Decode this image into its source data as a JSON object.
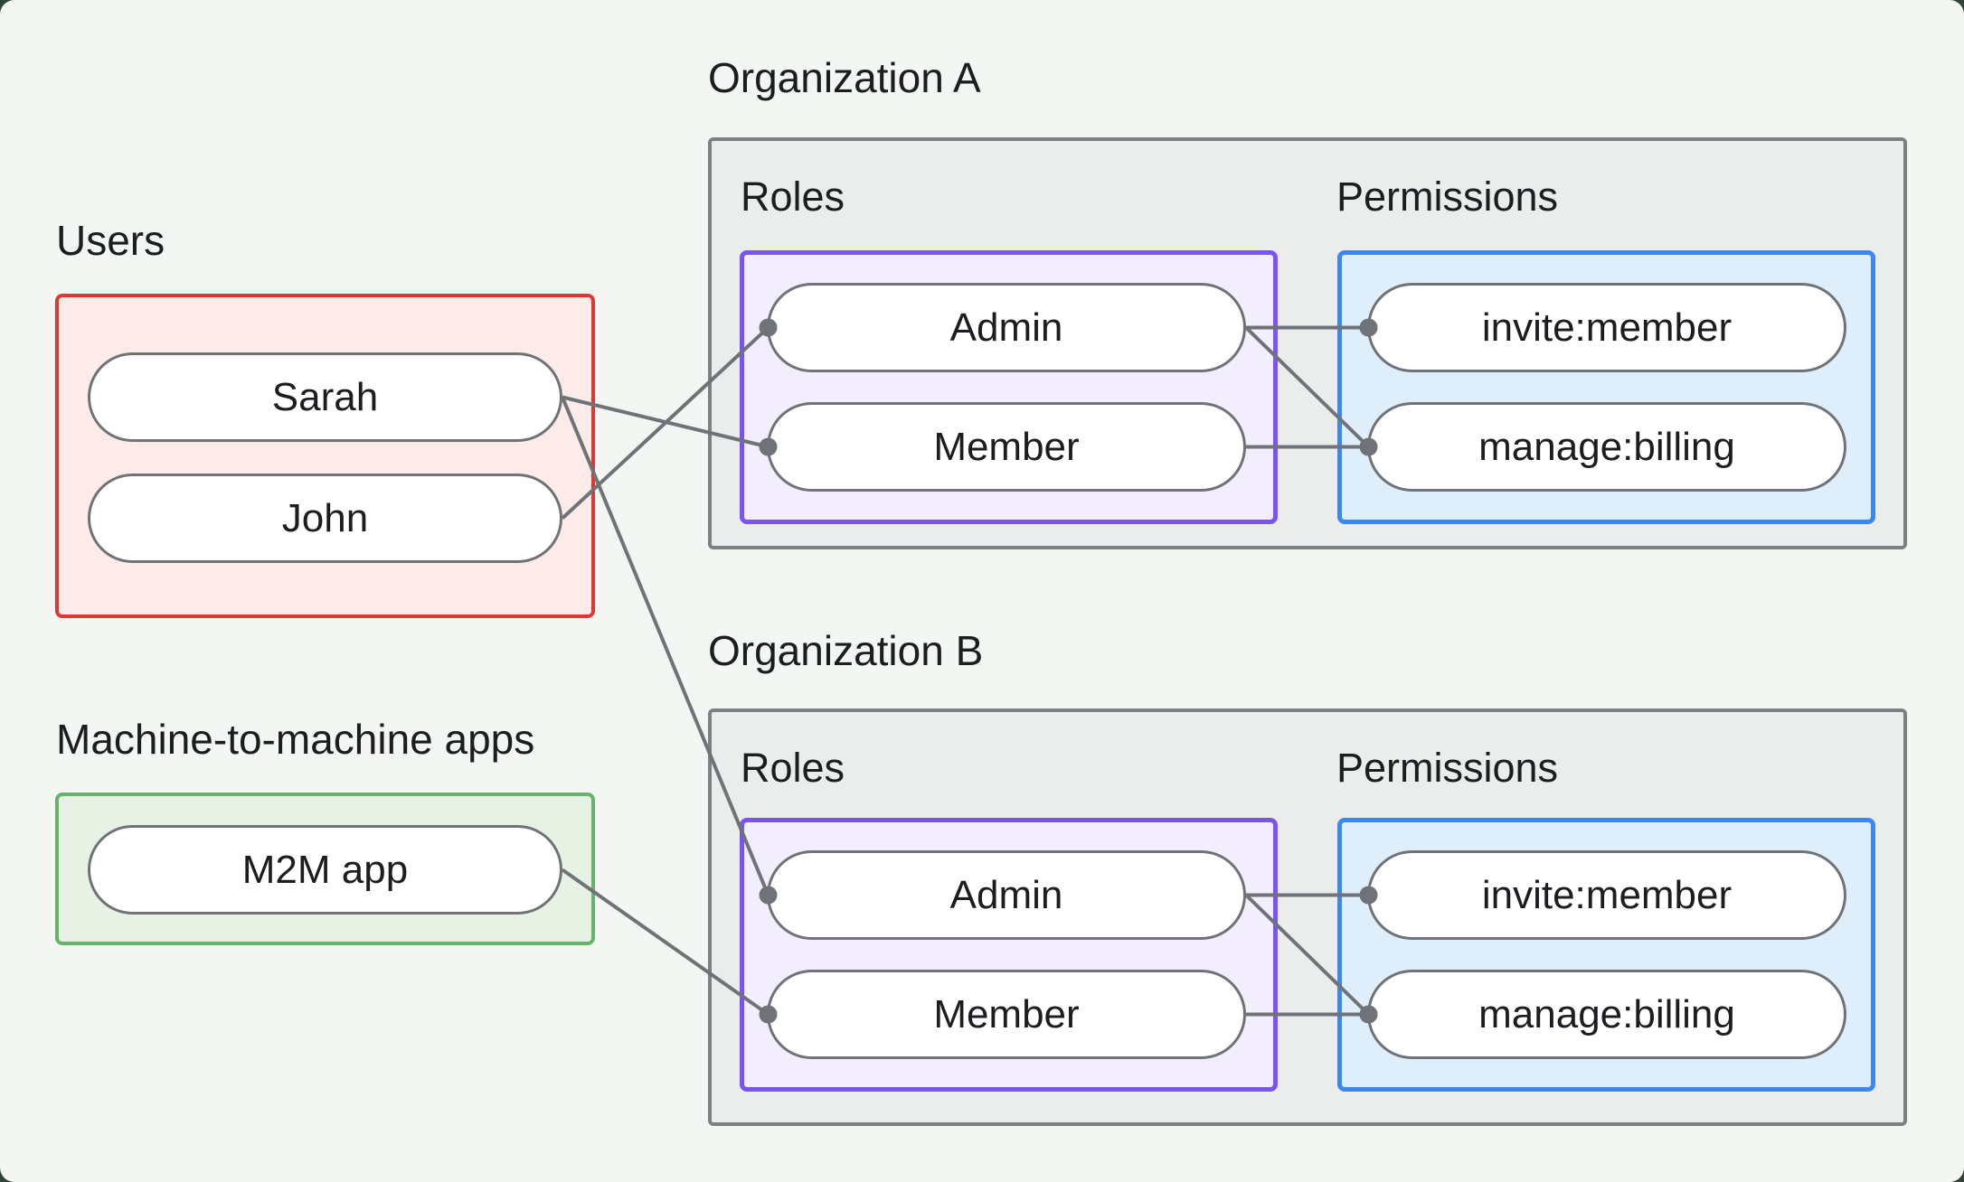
{
  "theme": {
    "backdrop": "#2c4637",
    "canvas": "#f4f6f3",
    "text": "#1b1d20",
    "line": "#6f7377",
    "node-border": "#6f7377",
    "node-fill": "#ffffff",
    "users-border": "#d93a31",
    "users-fill": "#fcebe8",
    "m2m-border": "#68b36c",
    "m2m-fill": "#e7f2e5",
    "org-border": "#7c8083",
    "org-fill": "#ebedec",
    "roles-border": "#7b52f3",
    "roles-fill": "#f3eefd",
    "perms-border": "#3d87f3",
    "perms-fill": "#dfeefb"
  },
  "groups": {
    "users": {
      "label": "Users"
    },
    "m2m": {
      "label": "Machine-to-machine apps"
    },
    "org_a": {
      "label": "Organization A",
      "roles_label": "Roles",
      "permissions_label": "Permissions"
    },
    "org_b": {
      "label": "Organization B",
      "roles_label": "Roles",
      "permissions_label": "Permissions"
    }
  },
  "nodes": {
    "sarah": {
      "label": "Sarah"
    },
    "john": {
      "label": "John"
    },
    "m2m-app": {
      "label": "M2M app"
    },
    "a-admin": {
      "label": "Admin"
    },
    "a-member": {
      "label": "Member"
    },
    "a-invite": {
      "label": "invite:member"
    },
    "a-manage": {
      "label": "manage:billing"
    },
    "b-admin": {
      "label": "Admin"
    },
    "b-member": {
      "label": "Member"
    },
    "b-invite": {
      "label": "invite:member"
    },
    "b-manage": {
      "label": "manage:billing"
    }
  },
  "edges": [
    {
      "from": "sarah",
      "to": "a-member"
    },
    {
      "from": "john",
      "to": "a-admin"
    },
    {
      "from": "sarah",
      "to": "b-admin"
    },
    {
      "from": "m2m-app",
      "to": "b-member"
    },
    {
      "from": "a-admin",
      "to": "a-invite"
    },
    {
      "from": "a-admin",
      "to": "a-manage"
    },
    {
      "from": "a-member",
      "to": "a-manage"
    },
    {
      "from": "b-admin",
      "to": "b-invite"
    },
    {
      "from": "b-admin",
      "to": "b-manage"
    },
    {
      "from": "b-member",
      "to": "b-manage"
    }
  ]
}
